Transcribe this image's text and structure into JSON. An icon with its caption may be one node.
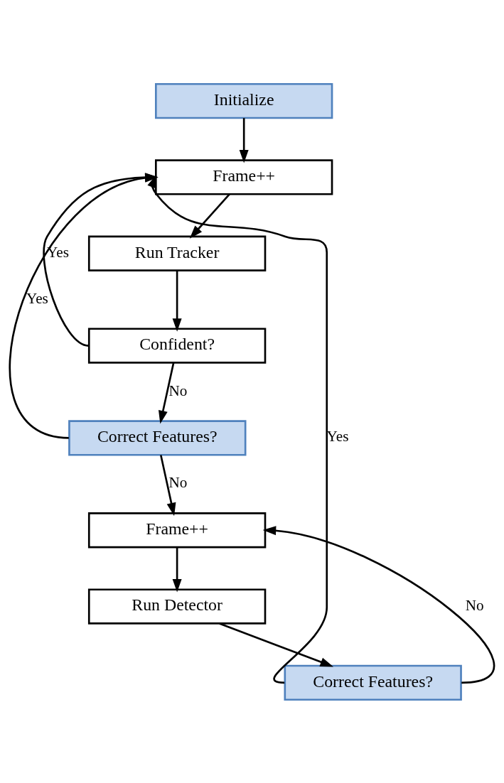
{
  "diagram": {
    "nodes": [
      {
        "text": [
          "Initialize"
        ]
      },
      {
        "text": [
          "Frame++"
        ]
      },
      {
        "text": [
          "Run Tracker"
        ]
      },
      {
        "text": [
          "Confident?"
        ]
      },
      {
        "text": [
          "Correct Features?"
        ]
      },
      {
        "text": [
          "Frame++"
        ]
      },
      {
        "text": [
          "Run Detector"
        ]
      },
      {
        "text": [
          "Correct Features?"
        ]
      }
    ],
    "edges": [
      {
        "from": 0,
        "to": 1,
        "arrow": "to"
      },
      {
        "from": 1,
        "to": 2,
        "arrow": "to"
      },
      {
        "from": 2,
        "to": 3,
        "arrow": "to"
      },
      {
        "from": 3,
        "to": 4,
        "arrow": "to",
        "label": "No"
      },
      {
        "from": 4,
        "to": 5,
        "arrow": "to",
        "label": "No"
      },
      {
        "from": 5,
        "to": 6,
        "arrow": "to"
      },
      {
        "from": 6,
        "to": 7,
        "arrow": "to"
      },
      {
        "from": 7,
        "to": 5,
        "arrow": "to",
        "label": "No"
      },
      {
        "from": 3,
        "to": 1,
        "arrow": "to",
        "label": "Yes"
      },
      {
        "from": 4,
        "to": 1,
        "arrow": "to",
        "label": "Yes"
      },
      {
        "from": 7,
        "to": 1,
        "arrow": "to",
        "label": "Yes"
      }
    ]
  }
}
